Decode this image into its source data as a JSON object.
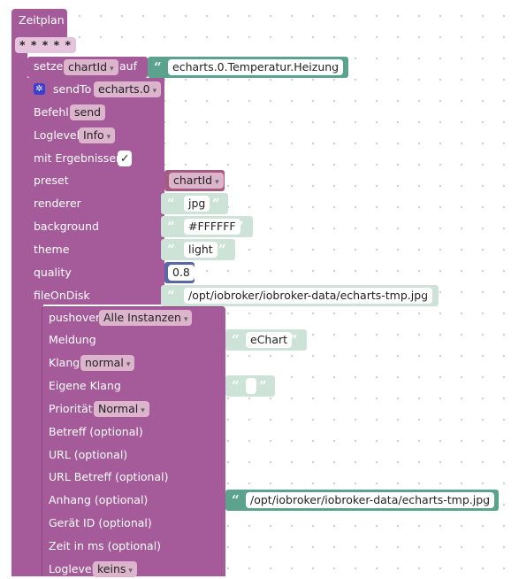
{
  "trigger": {
    "title": "Zeitplan",
    "schedule": "* * * * *"
  },
  "set_var": {
    "prefix": "setze",
    "var": "chartId",
    "mid": "auf",
    "value": "echarts.0.Temperatur.Heizung"
  },
  "sendto": {
    "label": "sendTo",
    "instance": "echarts.0",
    "befehl_label": "Befehl",
    "befehl_value": "send",
    "loglevel_label": "Loglevel",
    "loglevel_value": "Info",
    "results_label": "mit Ergebnissen",
    "results_check": "✓",
    "rows": [
      {
        "label": "preset",
        "value": "chartId"
      },
      {
        "label": "renderer",
        "value": "jpg"
      },
      {
        "label": "background",
        "value": "#FFFFFF"
      },
      {
        "label": "theme",
        "value": "light"
      },
      {
        "label": "quality",
        "value": "0.8"
      },
      {
        "label": "fileOnDisk",
        "value": "/opt/iobroker/iobroker-data/echarts-tmp.jpg"
      }
    ]
  },
  "pushover": {
    "label": "pushover",
    "instance": "Alle Instanzen",
    "rows": [
      {
        "label": "Meldung",
        "value": "eChart"
      },
      {
        "label": "Klang",
        "value": "normal"
      },
      {
        "label": "Eigene Klang",
        "value": ""
      },
      {
        "label": "Priorität",
        "value": "Normal"
      },
      {
        "label": "Betreff (optional)"
      },
      {
        "label": "URL (optional)"
      },
      {
        "label": "URL Betreff (optional)"
      },
      {
        "label": "Anhang (optional)",
        "value": "/opt/iobroker/iobroker-data/echarts-tmp.jpg"
      },
      {
        "label": "Gerät ID (optional)"
      },
      {
        "label": "Zeit in ms (optional)"
      },
      {
        "label": "Loglevel",
        "value": "keins"
      }
    ]
  },
  "colors": {
    "trigger": "#a55b99",
    "block": "#a55b99",
    "text_block": "#5ba38c",
    "variable": "#a55b80",
    "number": "#5b67a5"
  },
  "icons": {
    "sendto": "gear-icon",
    "quote": "quote-icon",
    "dropdown": "dropdown-arrow-icon"
  }
}
